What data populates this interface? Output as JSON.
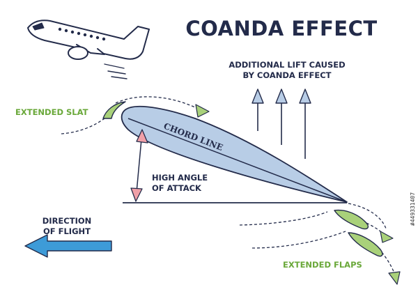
{
  "title": "COANDA EFFECT",
  "labels": {
    "lift_line1": "ADDITIONAL LIFT CAUSED",
    "lift_line2": "BY COANDA EFFECT",
    "extended_slat": "EXTENDED SLAT",
    "chord_line": "CHORD LINE",
    "angle_line1": "HIGH ANGLE",
    "angle_line2": "OF ATTACK",
    "direction_line1": "DIRECTION",
    "direction_line2": "OF FLIGHT",
    "extended_flaps": "EXTENDED FLAPS"
  },
  "stock_id": "#449331407",
  "colors": {
    "outline": "#232b4a",
    "wing_fill": "#b8cde6",
    "green": "#6aa83a",
    "green_fill": "#a9d17a",
    "arrow_blue": "#3d9bd8",
    "arrow_pink": "#f0a0a8"
  },
  "icons": {
    "airplane": "airplane-icon",
    "flight_arrow": "left-arrow-icon"
  }
}
